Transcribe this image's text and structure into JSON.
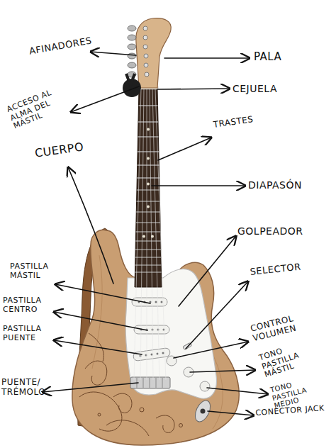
{
  "diagram": {
    "labels": [
      "AFINADORES",
      "PALA",
      "ACCESO AL ALMA DEL MÁSTIL",
      "CEJUELA",
      "CUERPO",
      "TRASTES",
      "DIAPASÓN",
      "GOLPEADOR",
      "PASTILLA MÁSTIL",
      "SELECTOR",
      "PASTILLA CENTRO",
      "CONTROL VOLUMEN",
      "PASTILLA PUENTE",
      "TONO PASTILLA MÁSTIL",
      "PUENTE/ TRÉMOLO",
      "TONO PASTILLA MEDIO",
      "CONECTOR JACK"
    ]
  }
}
